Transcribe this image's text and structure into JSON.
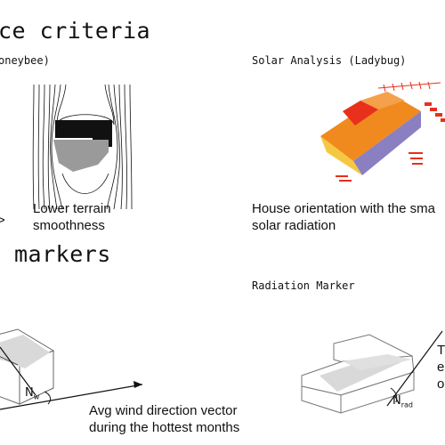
{
  "slide": {
    "heading_top": "ce criteria",
    "heading_markers": "markers",
    "wind_tool_label": "oneybee)",
    "solar_tool_label": "Solar Analysis (Ladybug)",
    "wind_caption_line1": "Lower terrain",
    "wind_caption_line2": "smoothness",
    "arrow_glyph": ">",
    "solar_caption_line1": "House orientation with the sma",
    "solar_caption_line2": "solar radiation",
    "radiation_marker_label": "Radiation Marker",
    "wind_vector_line1": "Avg wind direction vector",
    "wind_vector_line2": "during the hottest months",
    "nw_main": "N",
    "nw_sub": "w",
    "nrad_main": "N",
    "nrad_sub": "rad",
    "right_partial_1": "T",
    "right_partial_2": "e",
    "right_partial_3": "o"
  },
  "colors": {
    "text": "#111111",
    "radiation_high": "#e8301c",
    "radiation_mid": "#f08a1e",
    "radiation_low": "#f5c842",
    "radiation_side": "#8a7fc0",
    "building_fill": "#d9d9d9"
  }
}
